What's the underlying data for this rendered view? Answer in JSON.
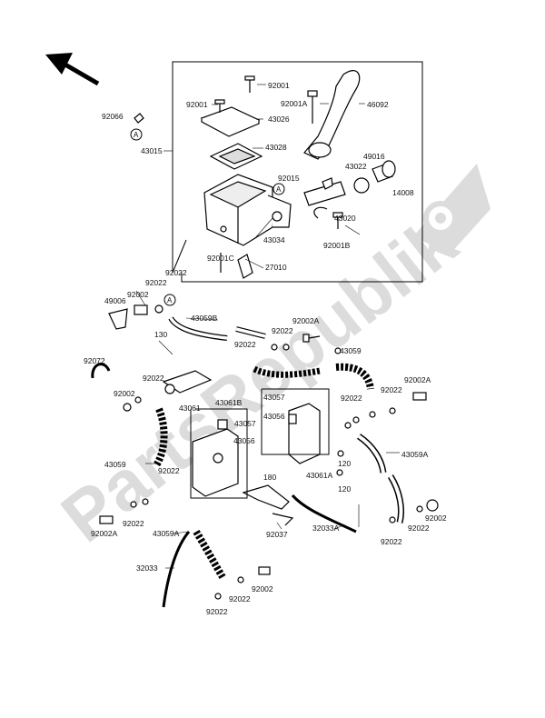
{
  "watermark": {
    "text": "PartsRepublik",
    "color": "#d9d9d9"
  },
  "arrow": {
    "icon": "direction-arrow-icon"
  },
  "callouts": {
    "A": "A"
  },
  "labels": {
    "p92001_top": "92001",
    "p92001_left": "92001",
    "p92001A": "92001A",
    "p46092": "46092",
    "p92066": "92066",
    "p43026": "43026",
    "p43015": "43015",
    "p43028": "43028",
    "p49016": "49016",
    "p43022": "43022",
    "p14008": "14008",
    "p92015": "92015",
    "p43020": "43020",
    "p43034": "43034",
    "p92001B": "92001B",
    "p92001C": "92001C",
    "p27010": "27010",
    "p92022_a": "92022",
    "p92002_a": "92002",
    "p49006": "49006",
    "p43059B": "43059B",
    "p92022_b": "92022",
    "p92002A_a": "92002A",
    "p130": "130",
    "p92022_c": "92022",
    "p43059_a": "43059",
    "p92072": "92072",
    "p92022_d": "92022",
    "p92002A_b": "92002A",
    "p92002_b": "92002",
    "p43061": "43061",
    "p43057_a": "43057",
    "p92022_e": "92022",
    "p92022_f": "92022",
    "p43056_a": "43056",
    "p43061B": "43061B",
    "p43057_b": "43057",
    "p43056_b": "43056",
    "p43059A_a": "43059A",
    "p43059_b": "43059",
    "p92022_g": "92022",
    "p43061A": "43061A",
    "p120_a": "120",
    "p120_b": "120",
    "p180": "180",
    "p32033A": "32033A",
    "p92002A_c": "92002A",
    "p92022_h": "92022",
    "p43059A_b": "43059A",
    "p92037": "92037",
    "p92022_i": "92022",
    "p92002_c": "92002",
    "p92022_j": "92022",
    "p32033": "32033",
    "p92002_d": "92002",
    "p92022_k": "92022",
    "p92022_l": "92022"
  }
}
